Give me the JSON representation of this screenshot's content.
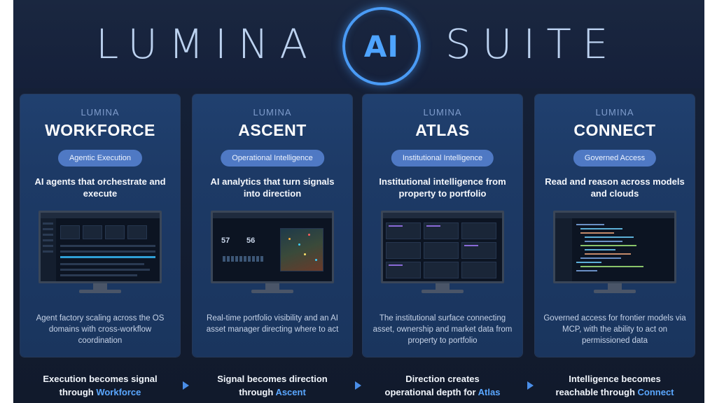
{
  "header": {
    "title_left": "LUMINA",
    "badge": "AI",
    "title_right": "SUITE"
  },
  "cards": [
    {
      "brand": "LUMINA",
      "product": "WORKFORCE",
      "pill": "Agentic Execution",
      "tagline": "AI agents that orchestrate and execute",
      "screen": "dashboard",
      "description": "Agent factory scaling across the OS domains with cross-workflow coordination"
    },
    {
      "brand": "LUMINA",
      "product": "ASCENT",
      "pill": "Operational Intelligence",
      "tagline": "AI analytics that turn signals into direction",
      "screen": "analytics",
      "screen_values": [
        "57",
        "56"
      ],
      "description": "Real-time portfolio visibility and an AI asset manager directing where to act"
    },
    {
      "brand": "LUMINA",
      "product": "ATLAS",
      "pill": "Institutional Intelligence",
      "tagline": "Institutional intelligence from property to portfolio",
      "screen": "tiles",
      "description": "The institutional surface connecting asset, ownership and market data from property to portfolio"
    },
    {
      "brand": "LUMINA",
      "product": "CONNECT",
      "pill": "Governed Access",
      "tagline": "Read and reason across models and clouds",
      "screen": "code",
      "description": "Governed access for frontier models via MCP, with the ability to act on permissioned data"
    }
  ],
  "footer": [
    {
      "line1": "Execution becomes signal",
      "pre": "through ",
      "accent": "Workforce"
    },
    {
      "line1": "Signal becomes direction",
      "pre": "through ",
      "accent": "Ascent"
    },
    {
      "line1": "Direction creates",
      "pre": "operational depth for ",
      "accent": "Atlas"
    },
    {
      "line1": "Intelligence becomes",
      "pre": "reachable through ",
      "accent": "Connect"
    }
  ],
  "colors": {
    "background": "#131d31",
    "card": "#1d3a66",
    "pill": "#4f79c4",
    "accent": "#5aa7ff",
    "badge_ring": "#4a9bf5"
  }
}
